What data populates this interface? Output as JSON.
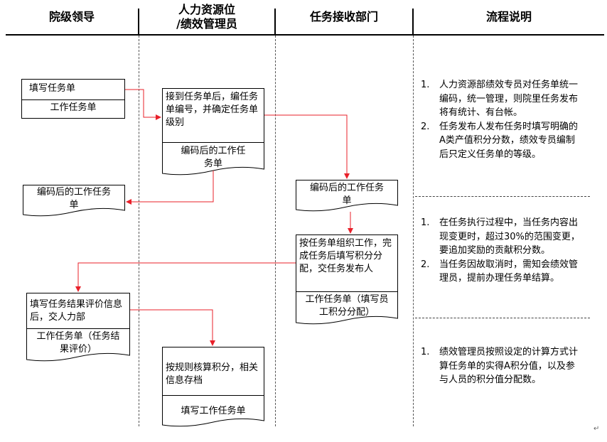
{
  "headers": {
    "col1": "院级领导",
    "col2_line1": "人力资源位",
    "col2_line2": "/绩效管理员",
    "col3": "任务接收部门",
    "col4": "流程说明"
  },
  "boxes": {
    "b1_top": "填写任务单",
    "b1_bottom": "工作任务单",
    "b2_top": "接到任务单后，编任务单编号，并确定任务单级别",
    "b2_doc": "编码后的工作任务单",
    "b3_doc": "编码后的工作任务单",
    "b4_doc": "编码后的工作任务单",
    "b5_top": "按任务单组织工作，完成任务后填写积分分配，交任务发布人",
    "b5_doc": "工作任务单（填写员工积分分配）",
    "b6_top": "填写任务结果评价信息后，交人力部",
    "b6_doc": "工作任务单（任务结果评价）",
    "b7_top": "按规则核算积分，相关信息存档",
    "b7_doc": "填写工作任务单"
  },
  "notes": {
    "group1": [
      {
        "num": "1.",
        "text": "人力资源部绩效专员对任务单统一编码，统一管理，则院里任务发布将有统计、有台帐。"
      },
      {
        "num": "2.",
        "text": "任务发布人发布任务时填写明确的A类产值积分分数，绩效专员编制后只定义任务单的等级。"
      }
    ],
    "group2": [
      {
        "num": "1.",
        "text": "在任务执行过程中，当任务内容出现变更时，超过30%的范围变更，要追加奖励的贡献积分数。"
      },
      {
        "num": "2.",
        "text": "当任务因故取消时，需知会绩效管理员，提前办理任务单结算。"
      }
    ],
    "group3": [
      {
        "num": "1.",
        "text": "绩效管理员按照设定的计算方式计算任务单的实得A积分值，以及参与人员的积分值分配数。"
      }
    ]
  },
  "colors": {
    "arrow": "#e8202a",
    "line": "#000000"
  }
}
